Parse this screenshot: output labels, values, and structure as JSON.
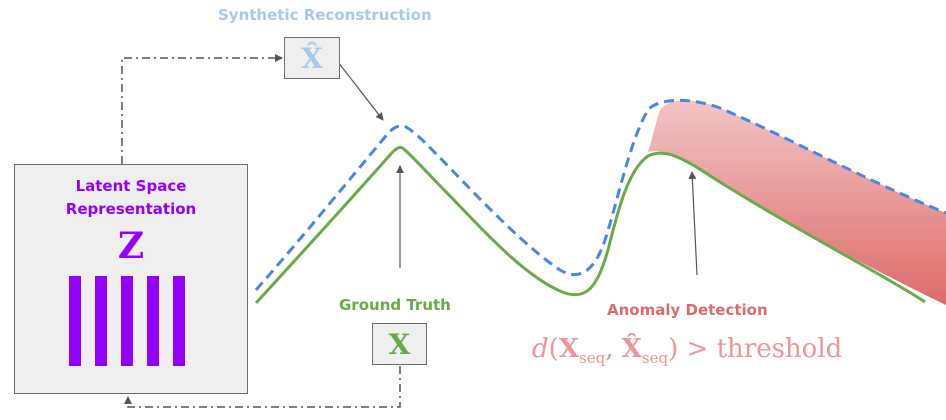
{
  "labels": {
    "synthetic_reconstruction": "Synthetic Reconstruction",
    "ground_truth": "Ground Truth",
    "anomaly_detection": "Anomaly Detection",
    "latent_space_line1": "Latent Space",
    "latent_space_line2": "Representation"
  },
  "symbols": {
    "x_hat": "X̂",
    "x": "X",
    "z": "Z"
  },
  "formula": {
    "d": "d",
    "open": "(",
    "x": "X",
    "sub": "seq",
    "comma": ", ",
    "x_hat": "X̂",
    "close": ")",
    "gt": " > ",
    "threshold": "threshold"
  },
  "colors": {
    "reconstruction": "#aac8ee",
    "ground_truth": "#6aaa4a",
    "anomaly": "#e06b6b",
    "latent": "#9400ff",
    "dashed_line": "#4a86e8",
    "arrow": "#555555"
  }
}
